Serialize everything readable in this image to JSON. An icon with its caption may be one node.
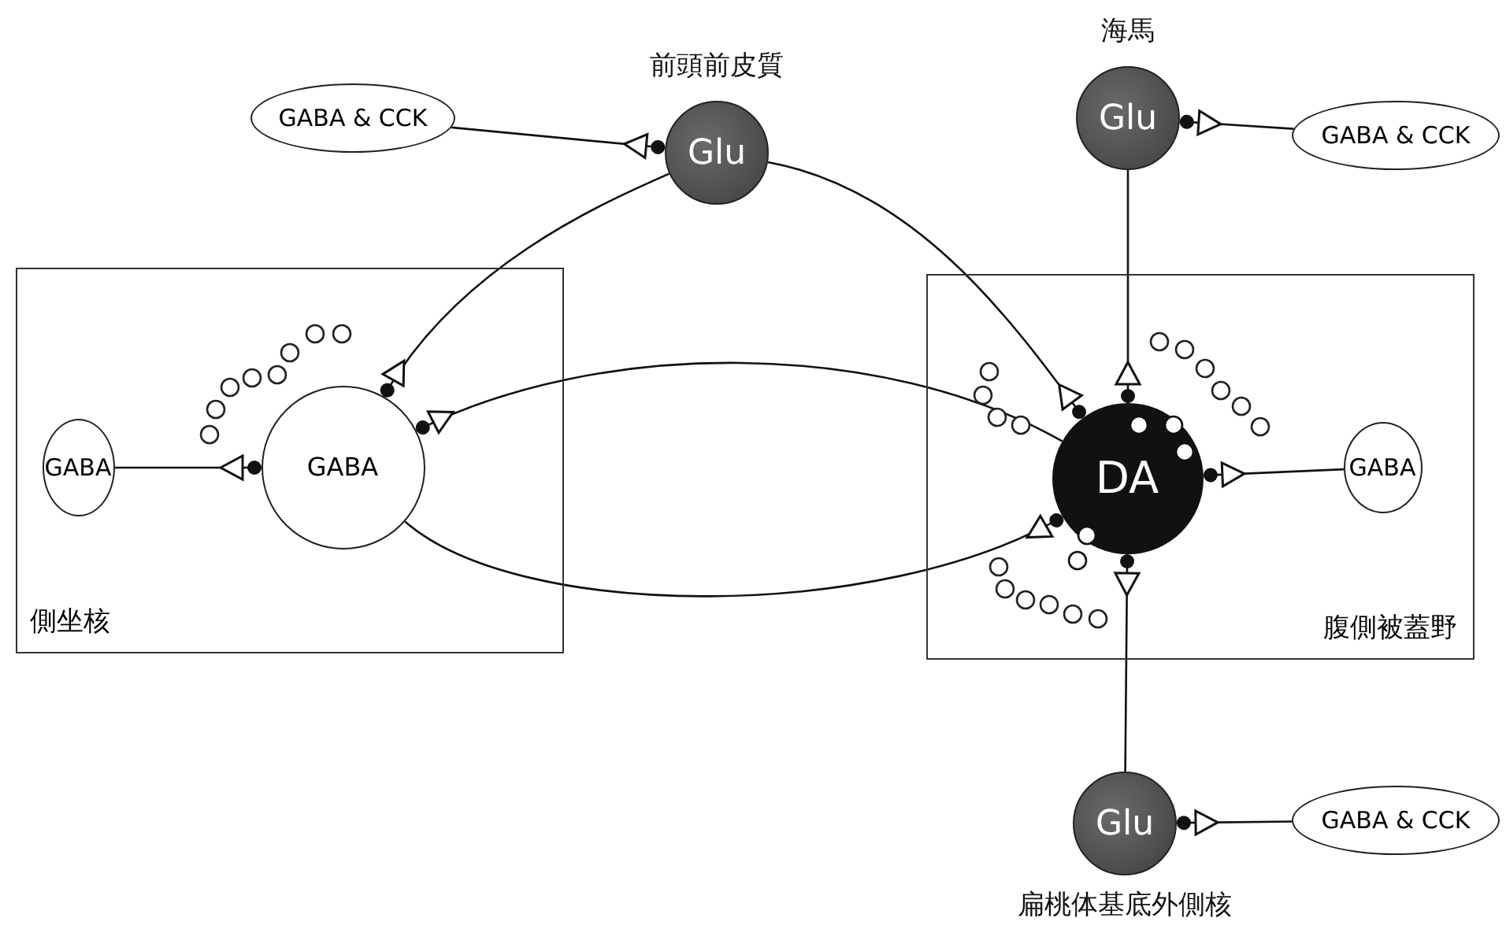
{
  "diagram": {
    "nodes": [
      {
        "text": [
          "側坐核"
        ]
      },
      {
        "text": [
          "GABA"
        ],
        "in": 0
      },
      {
        "text": [
          "GABA"
        ],
        "in": 0
      },
      {
        "text": [
          "腹側被蓋野"
        ]
      },
      {
        "text": [
          "DA"
        ],
        "in": 3
      },
      {
        "text": [
          "GABA"
        ],
        "in": 3
      },
      {
        "text": [
          "Glu"
        ],
        "beside": [
          "前頭前皮質"
        ]
      },
      {
        "text": [
          "Glu"
        ],
        "beside": [
          "海馬"
        ]
      },
      {
        "text": [
          "Glu"
        ],
        "beside": [
          "扁桃体基底外側核"
        ]
      },
      {
        "text": [
          "GABA & CCK"
        ]
      },
      {
        "text": [
          "GABA & CCK"
        ]
      },
      {
        "text": [
          "GABA & CCK"
        ]
      }
    ],
    "edges": [
      {
        "from": 9,
        "to": 6,
        "arrow": "other"
      },
      {
        "from": 10,
        "to": 7,
        "arrow": "other"
      },
      {
        "from": 11,
        "to": 8,
        "arrow": "other"
      },
      {
        "from": 6,
        "to": 2,
        "arrow": "other"
      },
      {
        "from": 6,
        "to": 4,
        "arrow": "other"
      },
      {
        "from": 7,
        "to": 4,
        "arrow": "other"
      },
      {
        "from": 8,
        "to": 4,
        "arrow": "other"
      },
      {
        "from": 4,
        "to": 2,
        "arrow": "other"
      },
      {
        "from": 2,
        "to": 4,
        "arrow": "other"
      },
      {
        "from": 1,
        "to": 2,
        "arrow": "other"
      },
      {
        "from": 5,
        "to": 4,
        "arrow": "other"
      }
    ]
  }
}
